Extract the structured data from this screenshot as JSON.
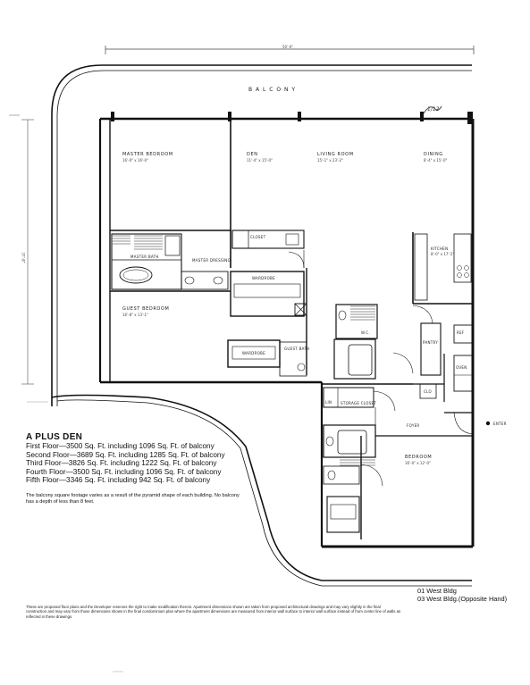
{
  "plan_title": "A PLUS DEN",
  "floors": [
    "First Floor—3500 Sq. Ft. including 1096 Sq. Ft. of balcony",
    "Second Floor—3689 Sq. Ft. including 1285 Sq. Ft. of balcony",
    "Third Floor—3826 Sq. Ft. including 1222 Sq. Ft. of balcony",
    "Fourth Floor—3500 Sq. Ft. including 1096 Sq. Ft. of balcony",
    "Fifth Floor—3346 Sq. Ft. including 942 Sq. Ft. of balcony"
  ],
  "balcony_note": "The balcony square footage varies as a result of the pyramid shape of each building. No balcony has a depth of less than 8 feet.",
  "buildings": [
    "01 West Bldg",
    "03 West Bldg.(Opposite Hand)"
  ],
  "disclaimer": "These are proposed floor plans and the Developer reserves the right to make modification therein. Apartment dimensions shown are taken from proposed architectural drawings and may vary slightly in the final construction and may vary from those dimensions shown in the final condominium plan where the apartment dimensions are measured from interior wall surface to interior wall surface instead of from center line of walls as reflected in these drawings.",
  "rooms": {
    "balcony": "B A L C O N Y",
    "master_bedroom": "MASTER BEDROOM",
    "master_bedroom_dim": "16'-0\" x 16'-0\"",
    "den": "DEN",
    "den_dim": "11'-4\" x 15'-0\"",
    "living_room": "LIVING ROOM",
    "living_room_dim": "15'-1\" x 23'-2\"",
    "dining": "DINING",
    "dining_dim": "8'-4\" x 15'-0\"",
    "kitchen": "KITCHEN",
    "kitchen_dim": "8'-0\" x 17'-2\"",
    "closet": "CLOSET",
    "master_dressing": "MASTER DRESSING",
    "master_bath": "MASTER BATH",
    "wardrobe_1": "WARDROBE",
    "wardrobe_2": "WARDROBE",
    "guest_bedroom": "GUEST BEDROOM",
    "guest_bedroom_dim": "16'-8\" x 13'-1\"",
    "guest_bath": "GUEST BATH",
    "storage_closet": "STORAGE CLOSET",
    "foyer": "FOYER",
    "enter": "ENTER",
    "bedroom": "BEDROOM",
    "bedroom_dim": "16'-0\" x 12'-0\"",
    "pantry": "PANTRY",
    "wc": "W.C.",
    "lin": "LIN",
    "clo": "CLO",
    "ref": "REF",
    "oven": "OVEN",
    "dim_top": "50'-0\"",
    "dim_left": "37'-8\"",
    "handwritten": "1/12"
  }
}
